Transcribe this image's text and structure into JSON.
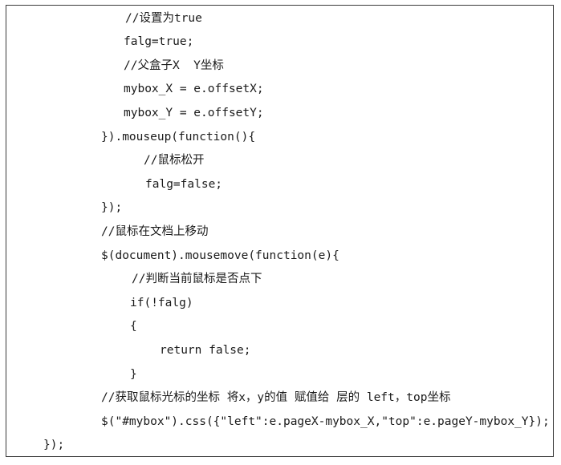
{
  "code": {
    "lines": [
      "//设置为true",
      "falg=true;",
      "//父盒子X  Y坐标",
      "mybox_X = e.offsetX;",
      "mybox_Y = e.offsetY;",
      "}).mouseup(function(){",
      "//鼠标松开",
      "falg=false;",
      "});",
      "//鼠标在文档上移动",
      "$(document).mousemove(function(e){",
      "//判断当前鼠标是否点下",
      "if(!falg)",
      "{",
      "return false;",
      "}",
      "//获取鼠标光标的坐标 将x，y的值 赋值给 层的 left，top坐标",
      "$(\"#mybox\").css({\"left\":e.pageX-mybox_X,\"top\":e.pageY-mybox_Y});",
      "});"
    ]
  }
}
